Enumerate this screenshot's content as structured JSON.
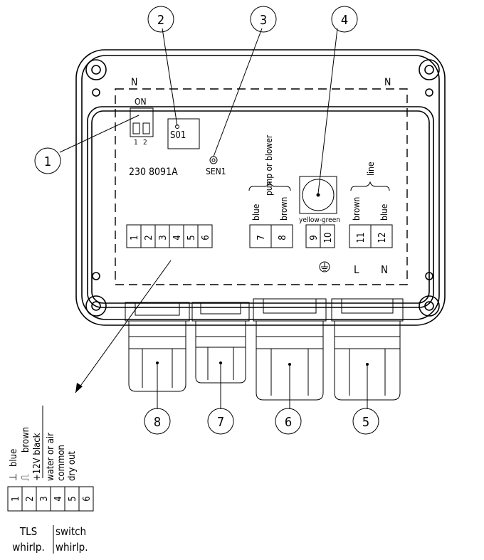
{
  "callouts": {
    "c1": "1",
    "c2": "2",
    "c3": "3",
    "c4": "4",
    "c5": "5",
    "c6": "6",
    "c7": "7",
    "c8": "8"
  },
  "board": {
    "dip_on": "ON",
    "dip_1": "1",
    "dip_2": "2",
    "s01": "S01",
    "sen1": "SEN1",
    "part_number": "230  8091A",
    "pump_group": "pump or blower",
    "line_group": "line",
    "yellow_green": "yellow-green",
    "L": "L",
    "N": "N"
  },
  "wires": {
    "blue": "blue",
    "brown": "brown"
  },
  "terminals": [
    "1",
    "2",
    "3",
    "4",
    "5",
    "6"
  ],
  "pump_terminals": [
    "7",
    "8"
  ],
  "earth_terminals": [
    "9",
    "10"
  ],
  "line_terminals": [
    "11",
    "12"
  ],
  "legend": {
    "items": [
      "blue",
      "brown",
      "+12V black",
      "water or air",
      "common",
      "dry out"
    ],
    "symbols": [
      "⊥",
      "⎍"
    ],
    "tls": "TLS",
    "whirlp1": "whirlp.",
    "switch": "switch",
    "whirlp2": "whirlp."
  }
}
